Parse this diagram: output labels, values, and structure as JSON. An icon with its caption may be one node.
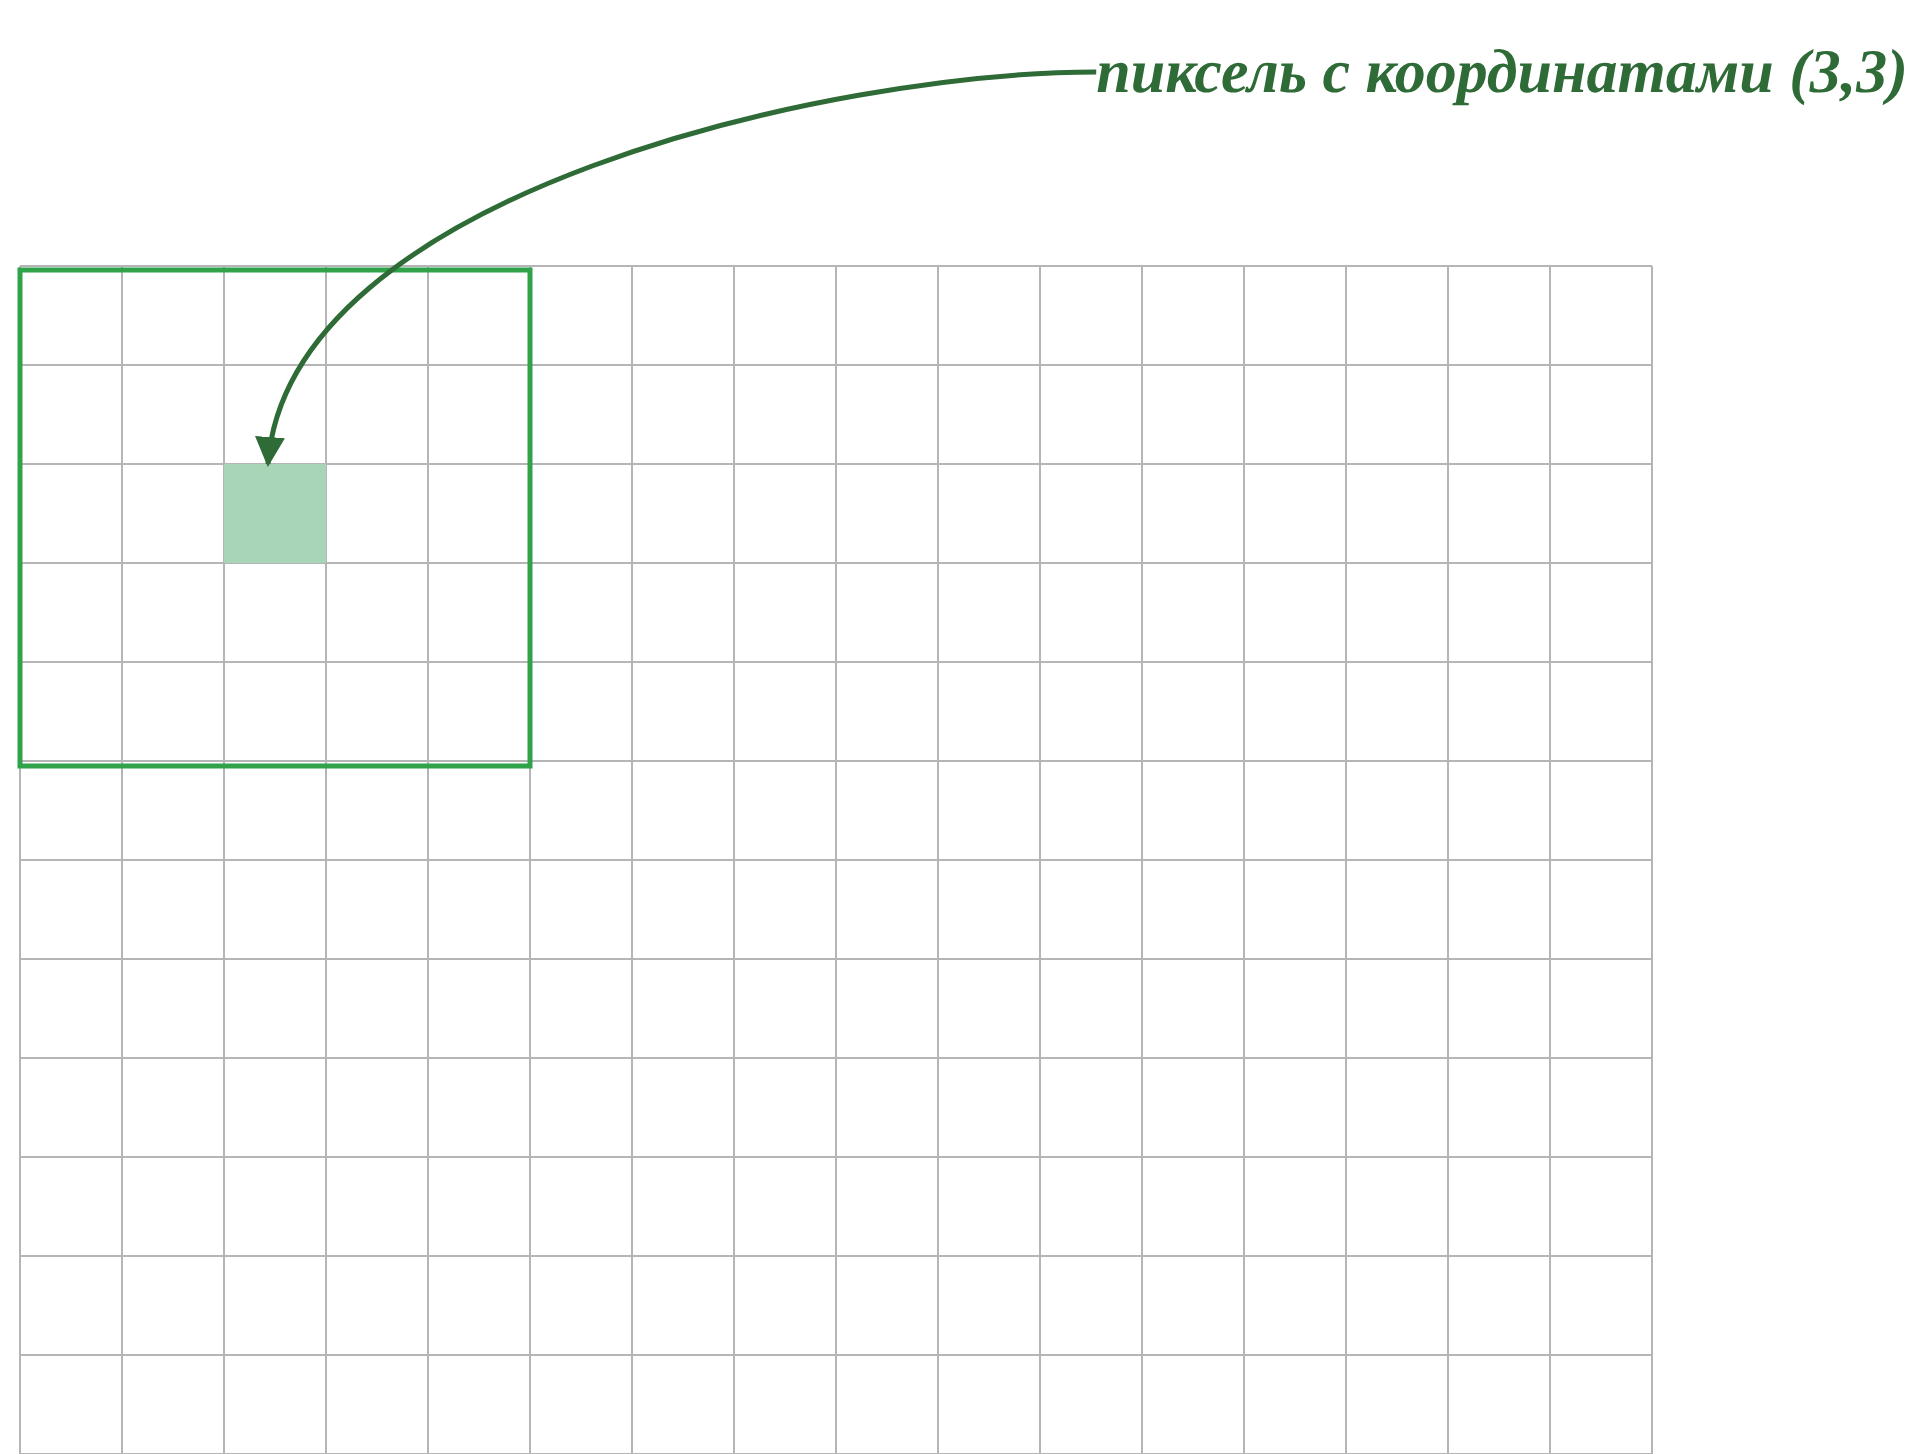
{
  "diagram": {
    "nodes": [
      {
        "text": [
          "пиксель с координатами (3,3)"
        ]
      },
      {
        "text": [],
        "shape": "box"
      }
    ],
    "edges": [
      {
        "from": 0,
        "to": 1,
        "arrow": "to"
      }
    ]
  }
}
